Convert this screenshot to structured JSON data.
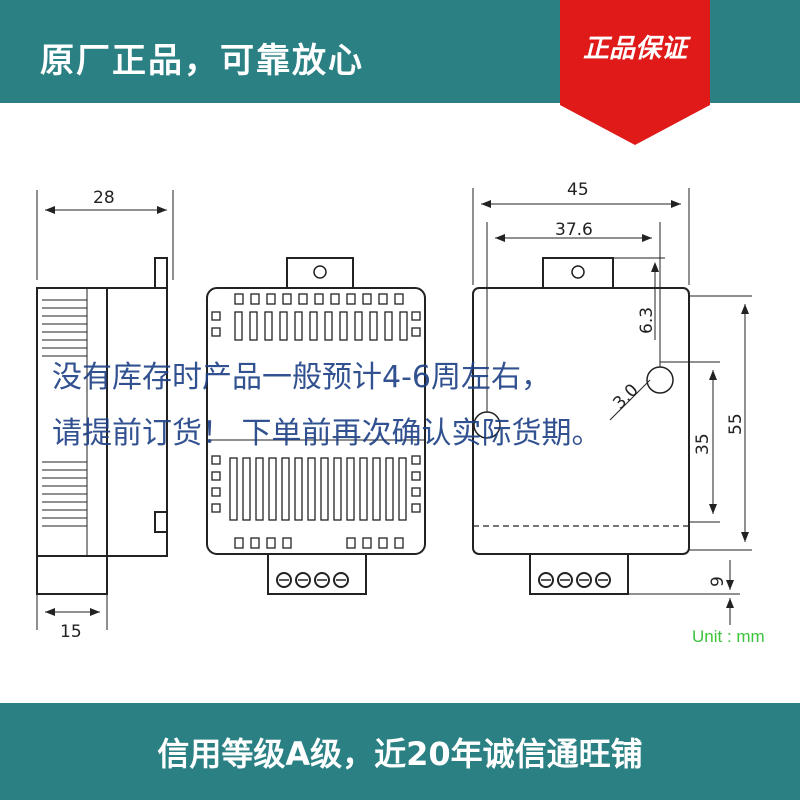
{
  "header": {
    "title": "原厂正品，可靠放心",
    "badge": "正品保证"
  },
  "footer": {
    "title": "信用等级A级，近20年诚信通旺铺"
  },
  "notice": {
    "line1": "没有库存时产品一般预计4-6周左右，",
    "line2": "请提前订货！ 下单前再次确认实际货期。"
  },
  "dimensions": {
    "side_width": "28",
    "side_rail": "15",
    "overall_width": "45",
    "inner_width": "37.6",
    "tab_height": "6.3",
    "hole_diameter": "3.0",
    "hole_spacing": "35",
    "overall_height": "55",
    "terminal_height": "9"
  },
  "unit_label": "Unit : mm",
  "colors": {
    "bar": "#2a8083",
    "ribbon": "#e01919",
    "unit": "#3cc43c",
    "notice": "#1c3f85"
  }
}
